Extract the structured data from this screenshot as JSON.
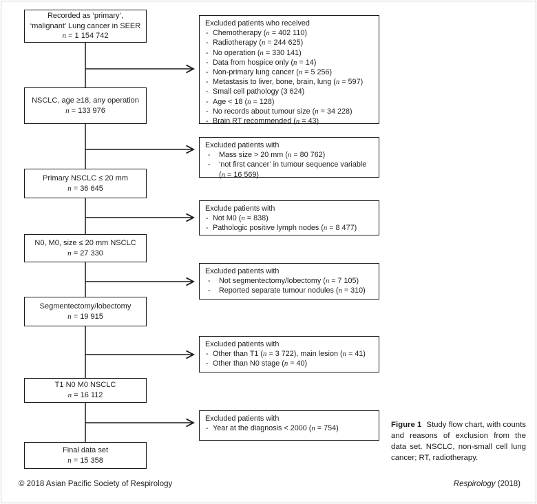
{
  "page": {
    "background": "#ffffff",
    "line_color": "#1a1a1a",
    "frame_color": "#cfcfcf",
    "text_color": "#1e1e1e"
  },
  "flowchart": {
    "main_boxes": [
      {
        "title": "Recorded as ‘primary’,\n‘malignant’ Lung cancer in SEER",
        "count": "n = 1 154 742"
      },
      {
        "title": "NSCLC, age ≥18, any operation",
        "count": "n = 133 976"
      },
      {
        "title": "Primary NSCLC ≤ 20 mm",
        "count": "n = 36 645"
      },
      {
        "title": "N0, M0, size ≤ 20 mm NSCLC",
        "count": "n = 27 330"
      },
      {
        "title": "Segmentectomy/lobectomy",
        "count": "n = 19 915"
      },
      {
        "title": "T1 N0 M0 NSCLC",
        "count": "n = 16 112"
      },
      {
        "title": "Final data set",
        "count": "n = 15 358"
      }
    ],
    "exclusion_boxes": [
      {
        "title": "Excluded patients who received",
        "items": [
          "Chemotherapy (n = 402 110)",
          "Radiotherapy (n = 244 625)",
          "No operation (n = 330 141)",
          "Data from hospice only (n = 14)",
          "Non-primary lung cancer (n = 5 256)",
          "Metastasis to liver, bone, brain, lung (n = 597)",
          "Small cell pathology (3 624)",
          "Age < 18 (n = 128)",
          "No records about tumour size (n = 34 228)",
          "Brain RT recommended (n = 43)"
        ]
      },
      {
        "title": "Excluded patients with",
        "items": [
          "Mass size > 20 mm (n = 80 762)",
          "‘not first cancer’ in tumour sequence variable (n = 16 569)"
        ]
      },
      {
        "title": "Exclude patients with",
        "items": [
          "Not M0 (n = 838)",
          "Pathologic positive lymph nodes (n = 8 477)"
        ]
      },
      {
        "title": "Excluded patients with",
        "items": [
          "Not segmentectomy/lobectomy (n = 7 105)",
          "Reported separate tumour nodules (n = 310)"
        ]
      },
      {
        "title": "Excluded patients with",
        "items": [
          "Other than T1 (n = 3 722), main lesion (n = 41)",
          "Other than N0 stage (n = 40)"
        ]
      },
      {
        "title": "Excluded patients with",
        "items": [
          "Year at the diagnosis < 2000 (n = 754)"
        ]
      }
    ]
  },
  "caption": {
    "label": "Figure 1",
    "text": "Study flow chart, with counts and reasons of exclusion from the data set. NSCLC, non-small cell lung cancer; RT, radiotherapy."
  },
  "footer": {
    "left": "© 2018 Asian Pacific Society of Respirology",
    "journal": "Respirology",
    "year": " (2018)"
  }
}
